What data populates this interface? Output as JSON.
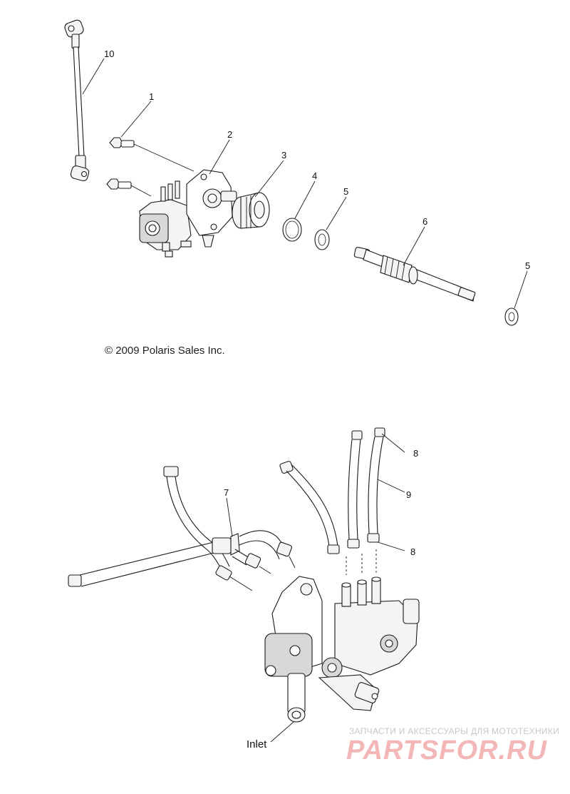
{
  "callouts": [
    {
      "id": "10",
      "text": "10"
    },
    {
      "id": "1",
      "text": "1"
    },
    {
      "id": "2",
      "text": "2"
    },
    {
      "id": "3",
      "text": "3"
    },
    {
      "id": "4",
      "text": "4"
    },
    {
      "id": "5a",
      "text": "5"
    },
    {
      "id": "6",
      "text": "6"
    },
    {
      "id": "5b",
      "text": "5"
    },
    {
      "id": "8a",
      "text": "8"
    },
    {
      "id": "9",
      "text": "9"
    },
    {
      "id": "7",
      "text": "7"
    },
    {
      "id": "8b",
      "text": "8"
    }
  ],
  "copyright": "© 2009 Polaris Sales Inc.",
  "inlet_label": "Inlet",
  "watermark": {
    "tagline": "ЗАПЧАСТИ И АКСЕССУАРЫ ДЛЯ МОТОТЕХНИКИ",
    "logo": "PARTSFOR.RU"
  }
}
